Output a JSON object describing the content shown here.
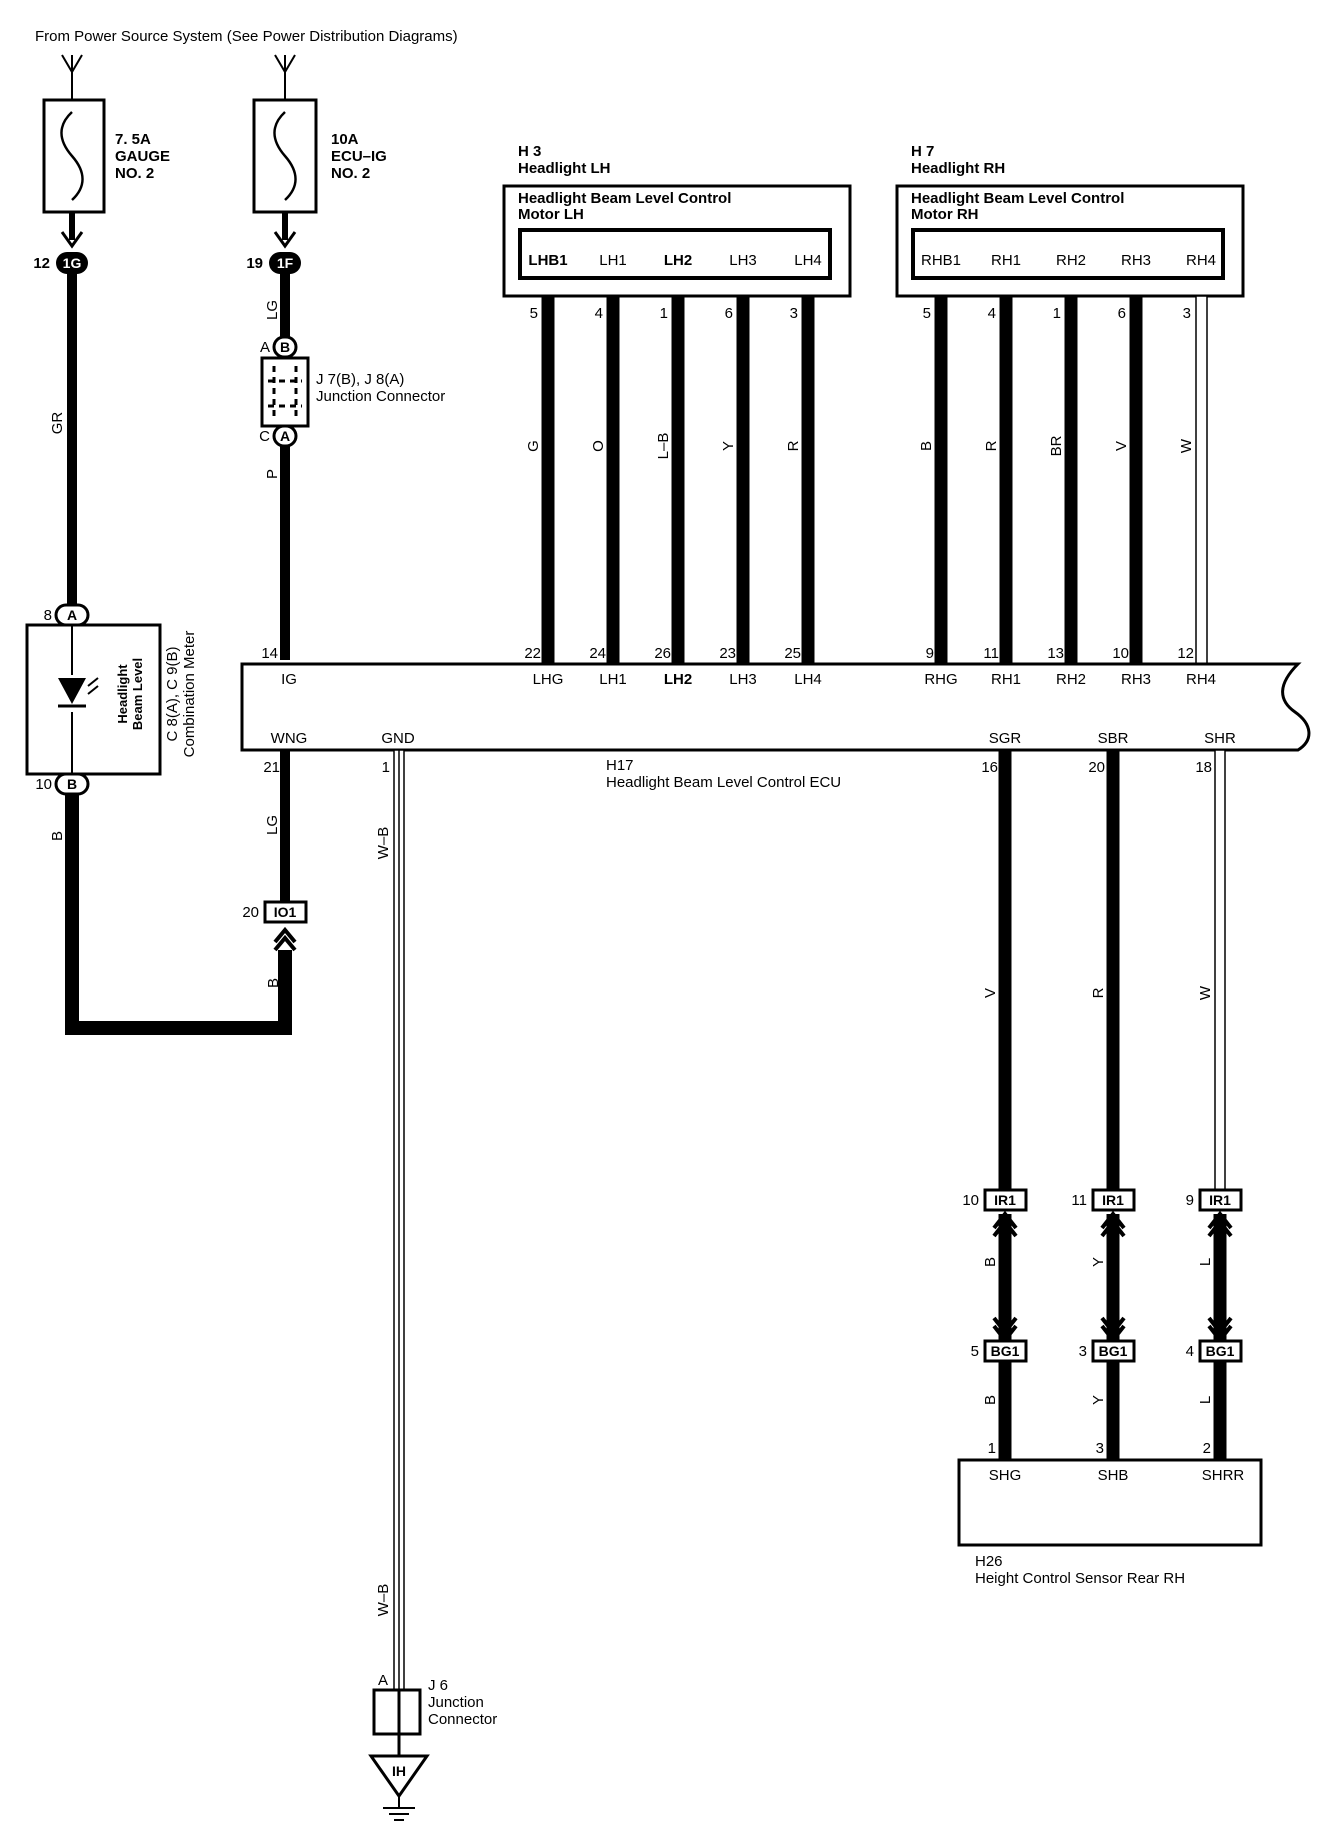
{
  "header": "From Power Source System (See Power Distribution Diagrams)",
  "fuses": [
    {
      "rating": "7. 5A",
      "name1": "GAUGE",
      "name2": "NO. 2"
    },
    {
      "rating": "10A",
      "name1": "ECU–IG",
      "name2": "NO. 2"
    }
  ],
  "fuse_connectors": [
    {
      "pin": "12",
      "code": "1G"
    },
    {
      "pin": "19",
      "code": "1F"
    }
  ],
  "junction_j7j8": {
    "title1": "J 7(B), J 8(A)",
    "title2": "Junction Connector",
    "top_pin": "A",
    "top_code": "B",
    "bottom_pin": "C",
    "bottom_code": "A"
  },
  "meter": {
    "title1": "C 8(A), C 9(B)",
    "title2": "Combination Meter",
    "indicator1": "Headlight",
    "indicator2": "Beam Level",
    "top_pin": "8",
    "top_code": "A",
    "bottom_pin": "10",
    "bottom_code": "B"
  },
  "headlight_lh": {
    "ref": "H 3",
    "name": "Headlight LH",
    "motor1": "Headlight Beam Level Control",
    "motor2": "Motor LH",
    "pins": [
      "LHB1",
      "LH1",
      "LH2",
      "LH3",
      "LH4"
    ],
    "pin_numbers": [
      "5",
      "4",
      "1",
      "6",
      "3"
    ],
    "wire_colors": [
      "G",
      "O",
      "L–B",
      "Y",
      "R"
    ]
  },
  "headlight_rh": {
    "ref": "H 7",
    "name": "Headlight RH",
    "motor1": "Headlight Beam Level Control",
    "motor2": "Motor RH",
    "pins": [
      "RHB1",
      "RH1",
      "RH2",
      "RH3",
      "RH4"
    ],
    "pin_numbers": [
      "5",
      "4",
      "1",
      "6",
      "3"
    ],
    "wire_colors": [
      "B",
      "R",
      "BR",
      "V",
      "W"
    ]
  },
  "ecu": {
    "ref": "H17",
    "name": "Headlight Beam Level Control ECU",
    "top_pins": [
      {
        "num": "14",
        "label": "IG"
      },
      {
        "num": "22",
        "label": "LHG"
      },
      {
        "num": "24",
        "label": "LH1"
      },
      {
        "num": "26",
        "label": "LH2"
      },
      {
        "num": "23",
        "label": "LH3"
      },
      {
        "num": "25",
        "label": "LH4"
      },
      {
        "num": "9",
        "label": "RHG"
      },
      {
        "num": "11",
        "label": "RH1"
      },
      {
        "num": "13",
        "label": "RH2"
      },
      {
        "num": "10",
        "label": "RH3"
      },
      {
        "num": "12",
        "label": "RH4"
      }
    ],
    "bottom_pins": [
      {
        "num": "21",
        "label": "WNG"
      },
      {
        "num": "1",
        "label": "GND"
      },
      {
        "num": "16",
        "label": "SGR"
      },
      {
        "num": "20",
        "label": "SBR"
      },
      {
        "num": "18",
        "label": "SHR"
      }
    ]
  },
  "wire_colors_left": {
    "gauge": "GR",
    "ig_top": "LG",
    "ig_bottom": "P",
    "meter_out": "B",
    "wng": "LG",
    "loop": "B",
    "gnd_upper": "W–B",
    "gnd_lower": "W–B"
  },
  "io1": {
    "pin": "20",
    "code": "IO1"
  },
  "sensor_wires": [
    {
      "upper": "V",
      "mid": "B",
      "lower": "B",
      "ir_pin": "10",
      "bg_pin": "5",
      "sensor_pin": "1",
      "sensor_label": "SHG"
    },
    {
      "upper": "R",
      "mid": "Y",
      "lower": "Y",
      "ir_pin": "11",
      "bg_pin": "3",
      "sensor_pin": "3",
      "sensor_label": "SHB"
    },
    {
      "upper": "W",
      "mid": "L",
      "lower": "L",
      "ir_pin": "9",
      "bg_pin": "4",
      "sensor_pin": "2",
      "sensor_label": "SHRR"
    }
  ],
  "ir1_code": "IR1",
  "bg1_code": "BG1",
  "sensor": {
    "ref": "H26",
    "name": "Height Control Sensor Rear RH"
  },
  "j6": {
    "ref": "J 6",
    "name1": "Junction",
    "name2": "Connector",
    "pin": "A"
  },
  "ground_code": "IH"
}
